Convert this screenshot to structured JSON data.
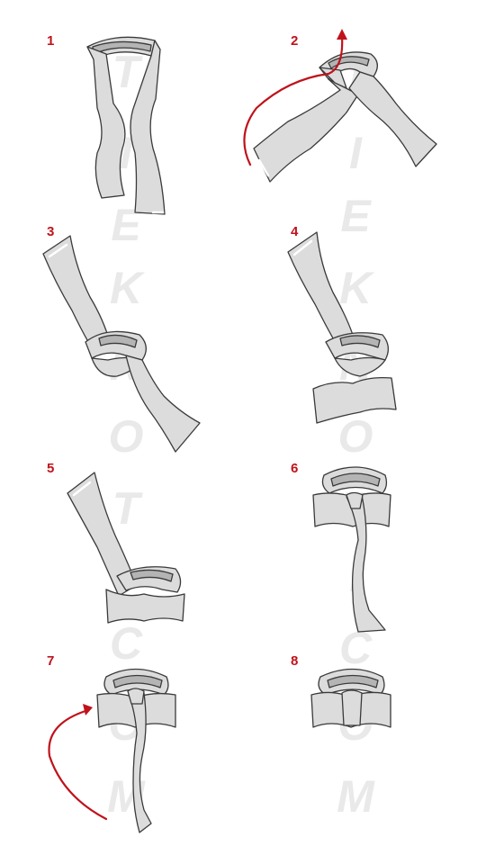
{
  "colors": {
    "step_number": "#c0121b",
    "arrow": "#c0121b",
    "tie_fill": "#dcdcdc",
    "tie_dark": "#b4b4b4",
    "watermark": "#e9e9e9"
  },
  "watermark_left": [
    "T",
    "I",
    "E",
    "K",
    "N",
    "O",
    "T",
    ".",
    "C",
    "O",
    "M"
  ],
  "watermark_right": [
    "T",
    "I",
    "E",
    "K",
    "N",
    "O",
    "T",
    ".",
    "C",
    "O",
    "M"
  ],
  "steps": [
    {
      "number": "1"
    },
    {
      "number": "2"
    },
    {
      "number": "3"
    },
    {
      "number": "4"
    },
    {
      "number": "5"
    },
    {
      "number": "6"
    },
    {
      "number": "7"
    },
    {
      "number": "8"
    }
  ]
}
